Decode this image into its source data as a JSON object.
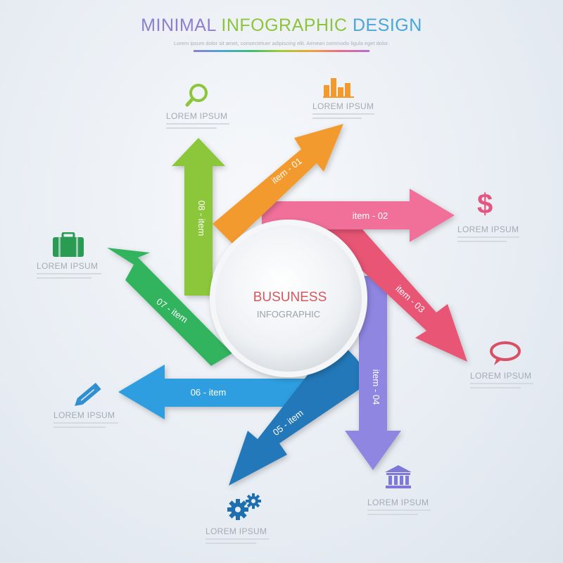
{
  "header": {
    "title_part1": "MINIMAL",
    "title_part2": "INFOGRAPHIC",
    "title_part3": "DESIGN",
    "subtitle": "Lorem ipsum dolor sit amet, consectetuer adipiscing elit. Aenean commodo ligula eget dolor."
  },
  "center": {
    "title": "BUSUNESS",
    "subtitle": "INFOGRAPHIC"
  },
  "items": [
    {
      "label": "item - 01",
      "color": "#f29a2e"
    },
    {
      "label": "item - 02",
      "color": "#f0709a"
    },
    {
      "label": "item - 03",
      "color": "#e85574"
    },
    {
      "label": "item - 04",
      "color": "#8f86e2"
    },
    {
      "label": "05 - item",
      "color": "#2178b8"
    },
    {
      "label": "06 - item",
      "color": "#2f9ee0"
    },
    {
      "label": "07 - item",
      "color": "#31b45f"
    },
    {
      "label": "08 - item",
      "color": "#8cc63a"
    }
  ],
  "labels": {
    "l01": "LOREM IPSUM",
    "l02": "LOREM IPSUM",
    "l03": "LOREM IPSUM",
    "l04": "LOREM IPSUM",
    "l05": "LOREM IPSUM",
    "l06": "LOREM IPSUM",
    "l07": "LOREM IPSUM",
    "l08": "LOREM IPSUM"
  },
  "icons": {
    "i01": "bar-chart-icon",
    "i02": "dollar-icon",
    "i03": "speech-bubble-icon",
    "i04": "bank-icon",
    "i05": "gears-icon",
    "i06": "pencil-icon",
    "i07": "briefcase-icon",
    "i08": "magnifier-icon"
  },
  "dollar_glyph": "$"
}
